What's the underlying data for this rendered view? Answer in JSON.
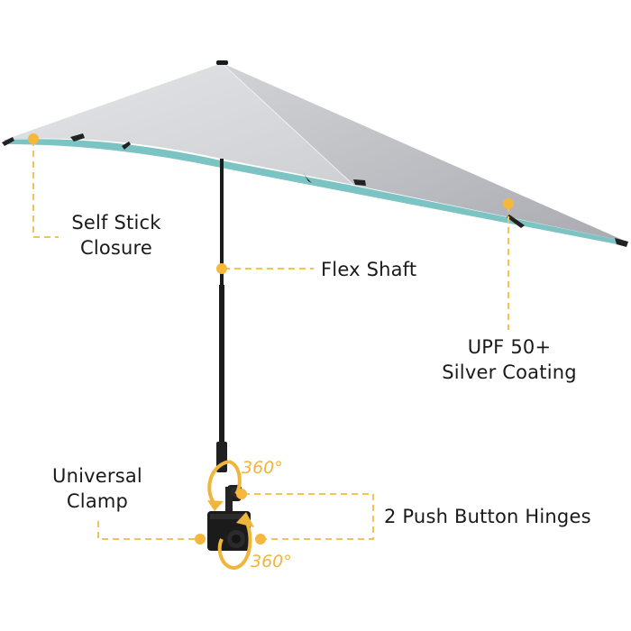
{
  "image": {
    "subject": "Clamp-on umbrella product feature diagram",
    "background": "#ffffff"
  },
  "colors": {
    "accent": "#f5b83d",
    "canopy": "#d9dadd",
    "canopy_shadow": "#b8babf",
    "liner": "#7cc3c3",
    "shaft": "#1c1c1c",
    "text": "#1a1a1a"
  },
  "callouts": [
    {
      "id": "self-stick-closure",
      "line1": "Self Stick",
      "line2": "Closure"
    },
    {
      "id": "flex-shaft",
      "line1": "Flex Shaft"
    },
    {
      "id": "upf-coating",
      "line1": "UPF 50+",
      "line2": "Silver Coating"
    },
    {
      "id": "universal-clamp",
      "line1": "Universal",
      "line2": "Clamp"
    },
    {
      "id": "push-button-hinges",
      "line1": "2 Push Button Hinges"
    }
  ],
  "rotation_labels": {
    "top": "360°",
    "bottom": "360°"
  }
}
